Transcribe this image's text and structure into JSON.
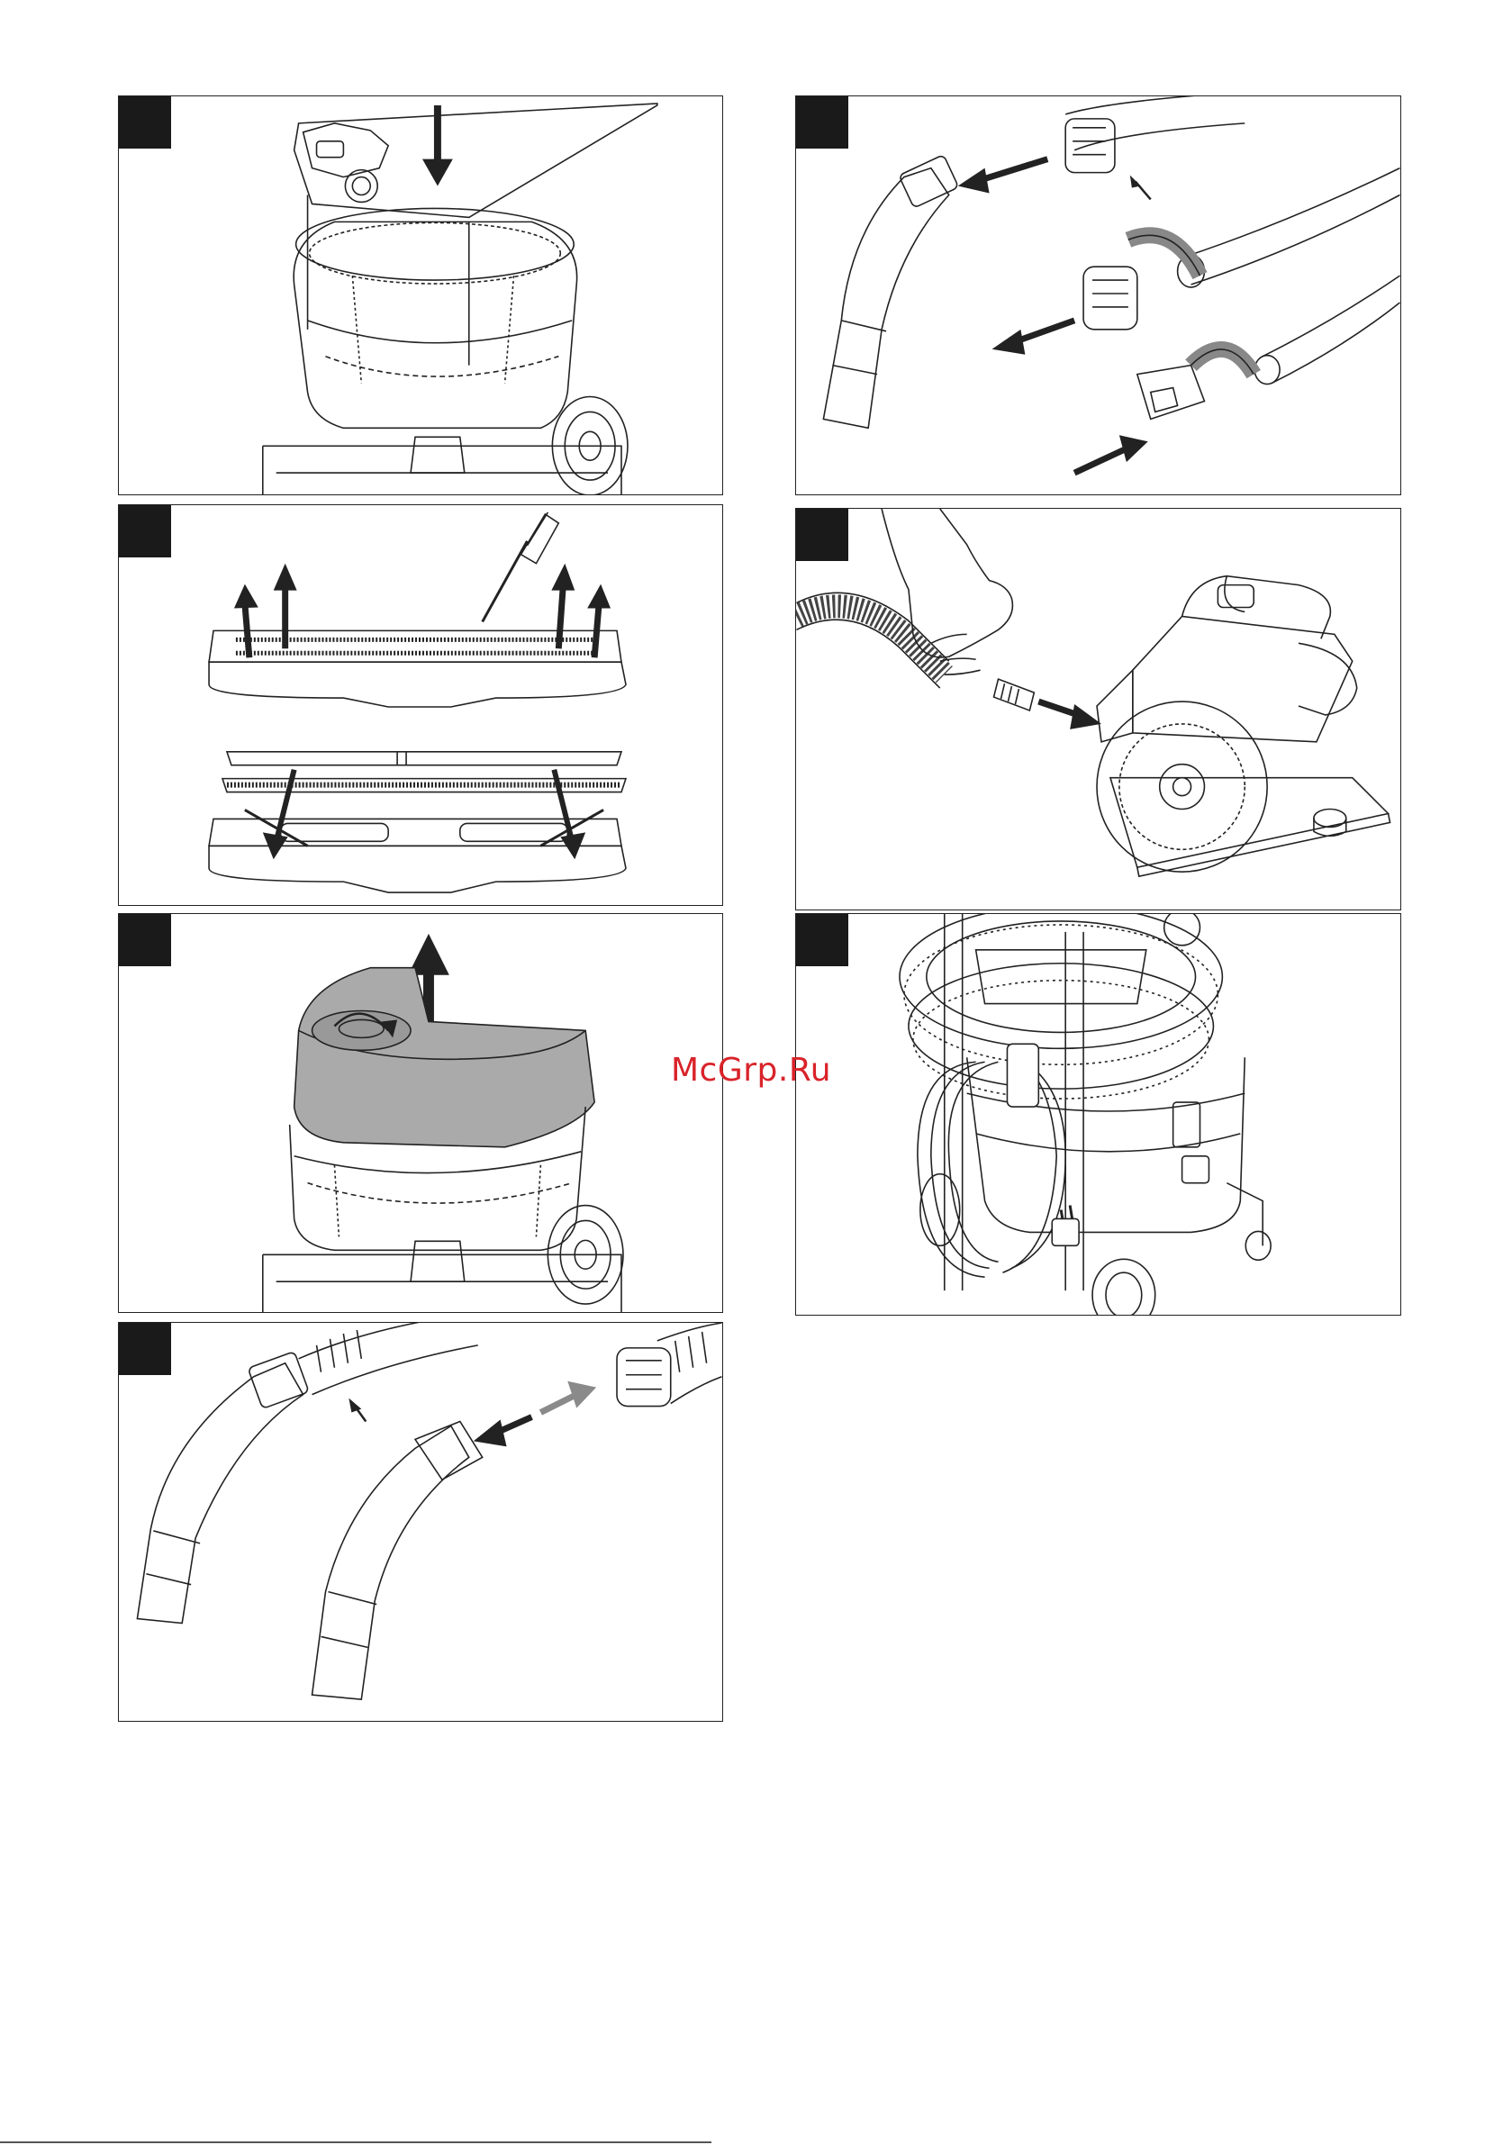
{
  "watermark": {
    "text": "McGrp.Ru",
    "color": "#d9232a"
  },
  "panels": [
    {
      "id": "lid-insertion",
      "icon": "vacuum-lid-insertion-illustration"
    },
    {
      "id": "hose-connection-options",
      "icon": "hose-coupling-illustration"
    },
    {
      "id": "floor-nozzle-strip-replacement",
      "icon": "floor-nozzle-screwdriver-illustration"
    },
    {
      "id": "power-tool-connection",
      "icon": "power-tool-hose-illustration"
    },
    {
      "id": "head-removal",
      "icon": "vacuum-head-removal-illustration"
    },
    {
      "id": "storage",
      "icon": "vacuum-storage-illustration"
    },
    {
      "id": "handle-detachment",
      "icon": "hose-handle-detachment-illustration"
    }
  ],
  "colors": {
    "line": "#222222",
    "step_box": "#1a1a1a",
    "shaded_part": "#aaaaaa",
    "arrow_gray": "#8a8a8a"
  }
}
